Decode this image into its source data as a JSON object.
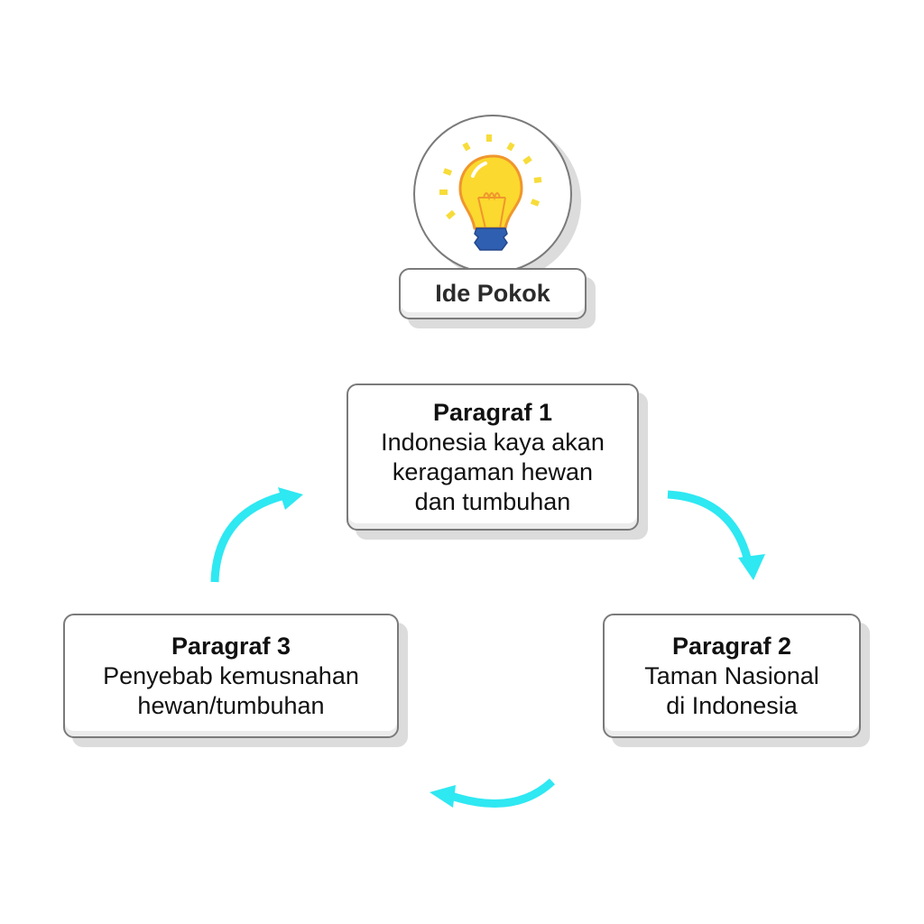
{
  "central": {
    "label": "Ide Pokok",
    "icon": "lightbulb-icon"
  },
  "paragraphs": [
    {
      "title": "Paragraf 1",
      "lines": [
        "Indonesia kaya akan",
        "keragaman hewan",
        "dan tumbuhan"
      ]
    },
    {
      "title": "Paragraf 2",
      "lines": [
        "Taman Nasional",
        "di Indonesia"
      ]
    },
    {
      "title": "Paragraf 3",
      "lines": [
        "Penyebab kemusnahan",
        "hewan/tumbuhan"
      ]
    }
  ],
  "colors": {
    "arrow": "#2ee8f2",
    "bulb": "#fbd92e",
    "bulb_outline": "#f0962d",
    "base": "#2f5fb0",
    "rays": "#f7dc3a"
  }
}
